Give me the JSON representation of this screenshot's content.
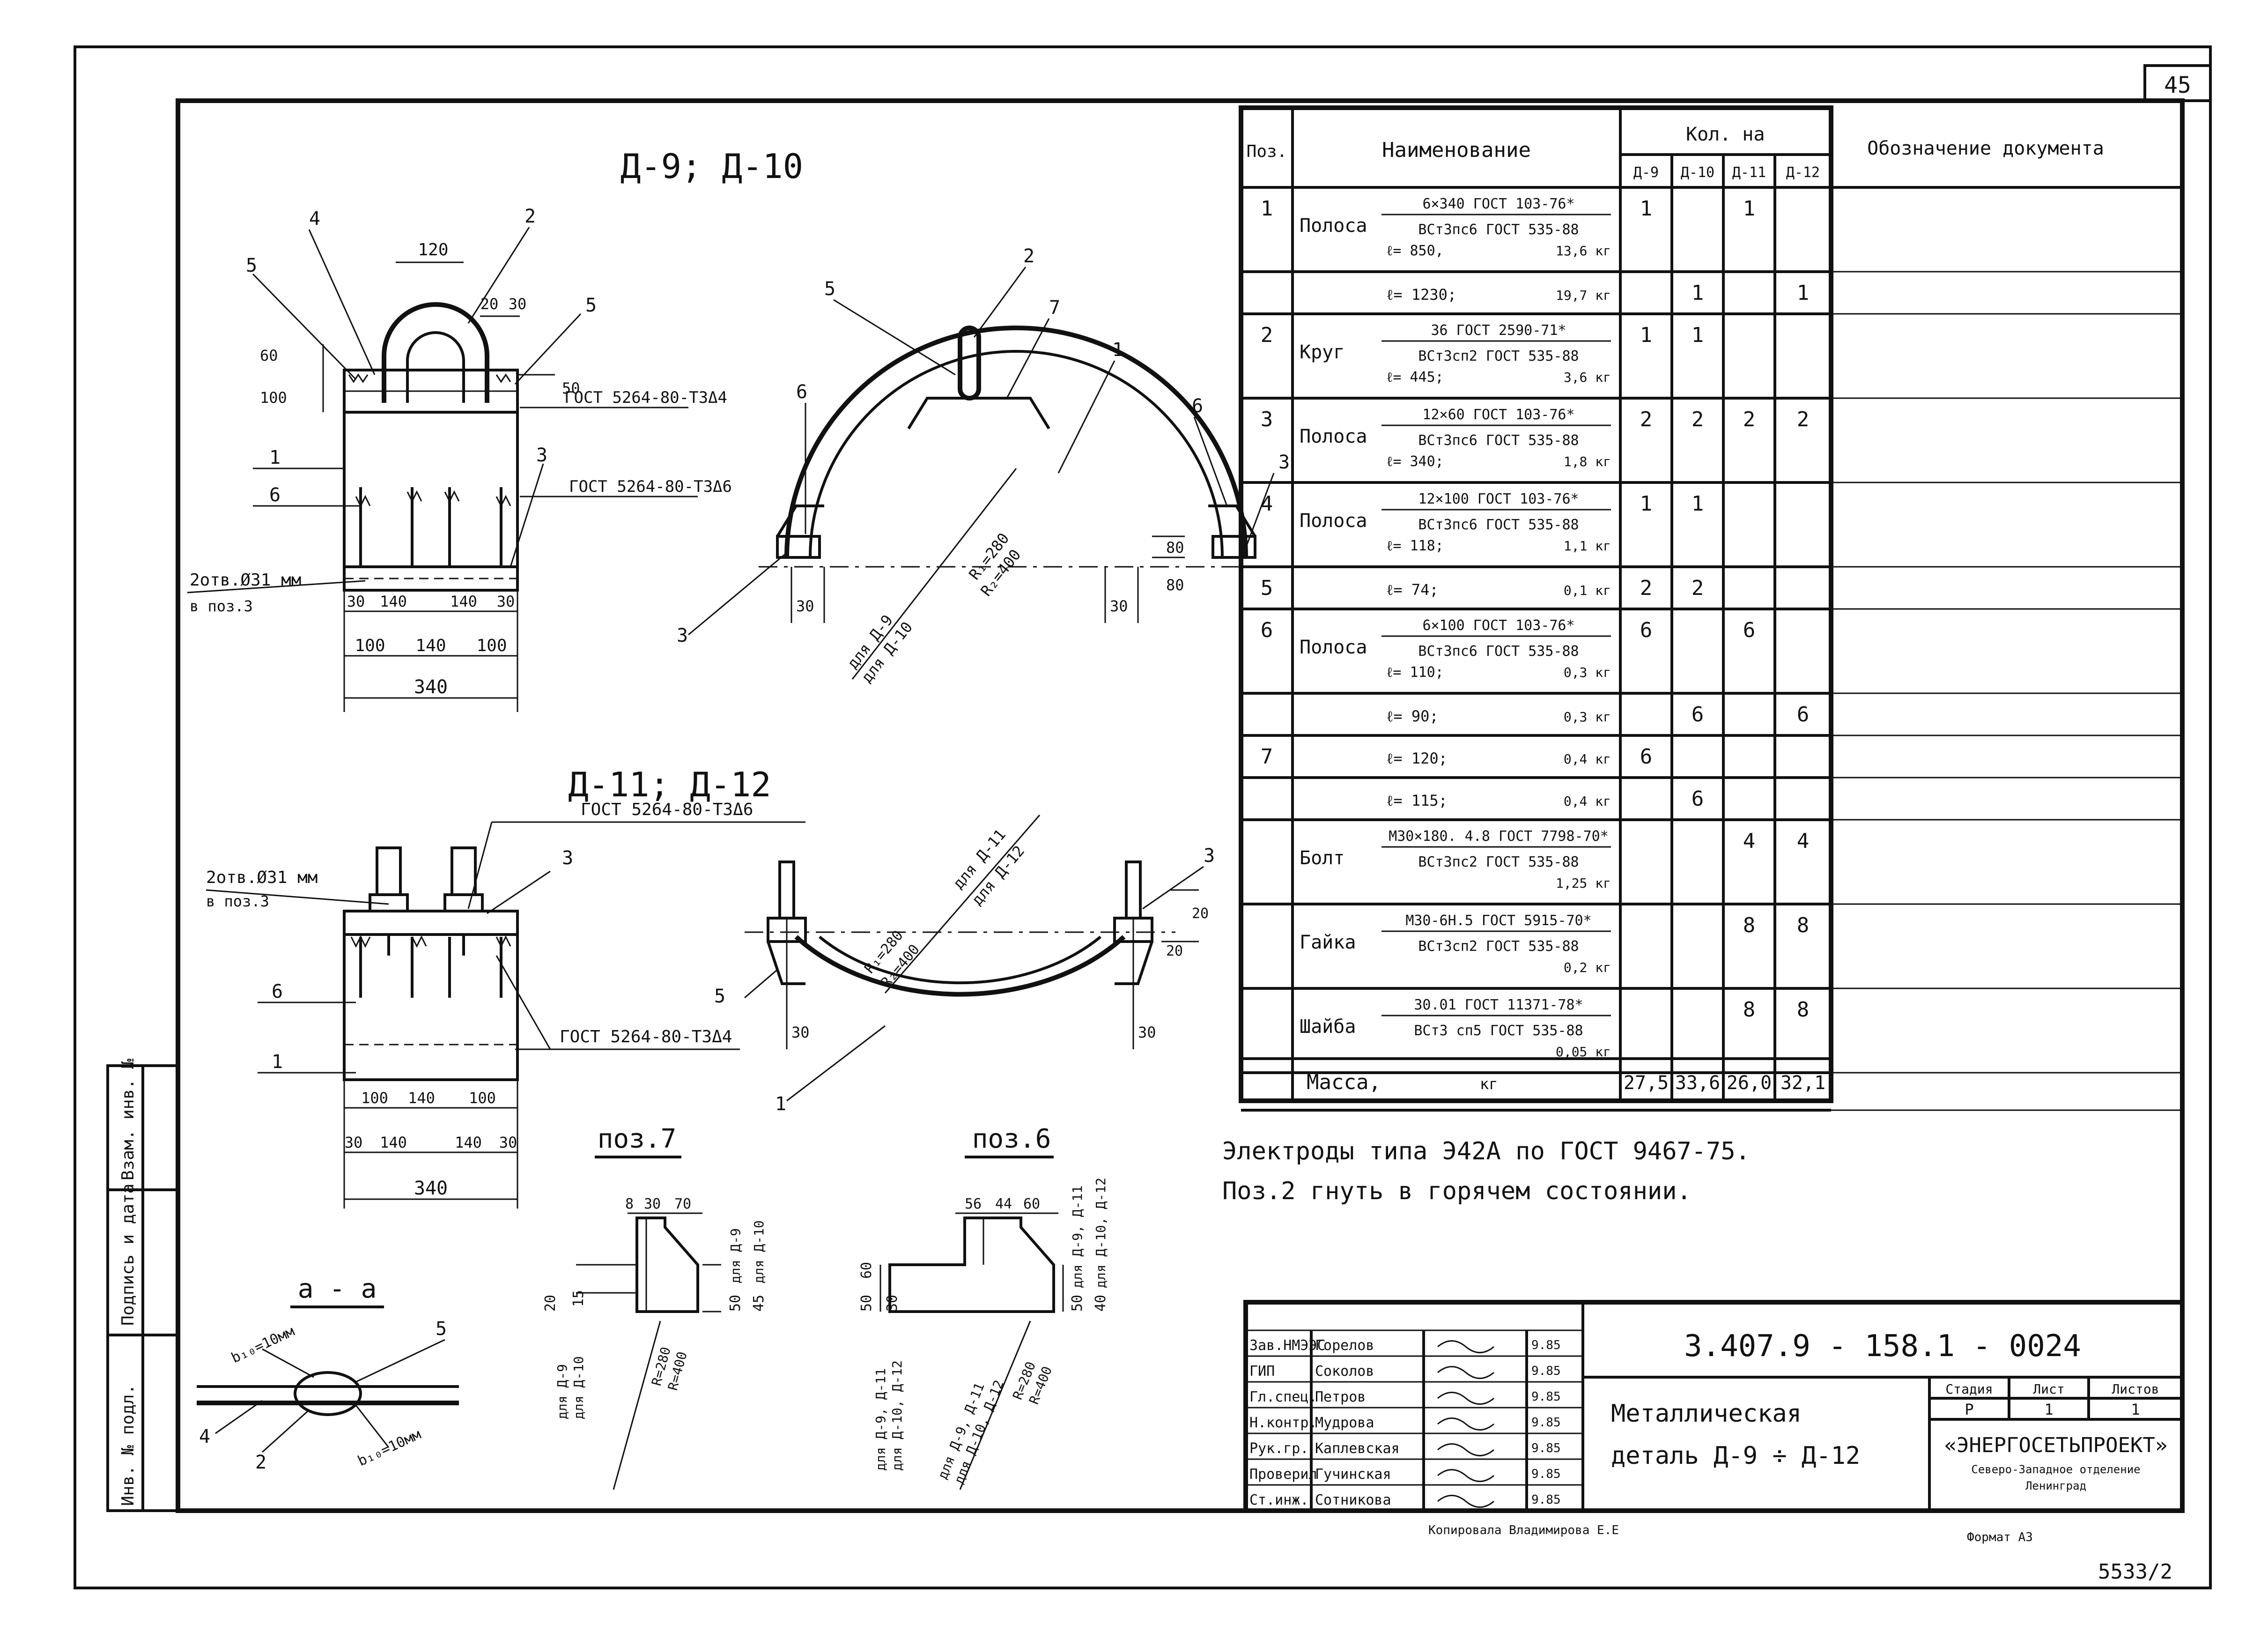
{
  "sheet": {
    "page_number": "45",
    "copy_note": "Копировала Владимирова Е.Е",
    "format": "Формат А3",
    "inventory_mark": "5533/2"
  },
  "views": {
    "d9_d10_title": "Д-9; Д-10",
    "d11_d12_title": "Д-11; Д-12",
    "pos7_title": "поз.7",
    "pos6_title": "поз.6",
    "section_title": "а - а"
  },
  "d9_labels": {
    "dims": [
      "120",
      "20",
      "30",
      "50",
      "60",
      "100",
      "30",
      "140",
      "140",
      "30",
      "100",
      "140",
      "100",
      "340"
    ],
    "leaders": [
      "4",
      "2",
      "5",
      "5",
      "1",
      "6",
      "3"
    ],
    "weld1": "ГОСТ 5264-80-Т3Δ4",
    "weld2": "ГОСТ 5264-80-Т3Δ6",
    "holes_1": "2отв.Ø31 мм",
    "holes_2": "в поз.3"
  },
  "arc_labels": {
    "leaders": [
      "5",
      "2",
      "7",
      "1",
      "6",
      "6",
      "3",
      "3"
    ],
    "radius1": "R₁=280",
    "radius2": "R₂=400",
    "for1": "для Д-9",
    "for2": "для Д-10",
    "dims": [
      "30",
      "30",
      "80",
      "80"
    ]
  },
  "d11_labels": {
    "weld_top": "ГОСТ 5264-80-Т3Δ6",
    "weld_bot": "ГОСТ 5264-80-Т3Δ4",
    "holes_1": "2отв.Ø31 мм",
    "holes_2": "в поз.3",
    "leaders": [
      "3",
      "6",
      "1"
    ],
    "dims": [
      "100",
      "140",
      "100",
      "30",
      "140",
      "140",
      "30",
      "340"
    ]
  },
  "arc2_labels": {
    "leaders": [
      "3",
      "5",
      "1"
    ],
    "for1": "для Д-11",
    "for2": "для Д-12",
    "radius1": "R₁=280",
    "radius2": "R₂=400",
    "dims": [
      "30",
      "30",
      "20",
      "20"
    ]
  },
  "pos7_labels": {
    "dims": [
      "8",
      "30",
      "70",
      "20",
      "15",
      "50",
      "45"
    ],
    "for1": "для Д-9",
    "for2": "для Д-10",
    "rad1": "R=280",
    "rad2": "R=400",
    "lower1": "для Д-9",
    "lower2": "для Д-10"
  },
  "pos6_labels": {
    "dims": [
      "56",
      "44",
      "60",
      "50",
      "60",
      "30",
      "50",
      "40"
    ],
    "for1": "для Д-9, Д-11",
    "for2": "для Д-10, Д-12",
    "rad1": "R=280",
    "rad2": "R=400",
    "lower1": "для Д-9, Д-11",
    "lower2": "для Д-10, Д-12",
    "lower3": "для Д-9, Д-11",
    "lower4": "для Д-10, Д-12"
  },
  "section": {
    "b1": "b₁₀=10мм",
    "b2": "b₁₀=10мм",
    "leaders": [
      "4",
      "2",
      "5"
    ]
  },
  "spec": {
    "headers": {
      "pos": "Поз.",
      "name": "Наименование",
      "qty": "Кол. на",
      "doc": "Обозначение документа"
    },
    "cols": [
      "Д-9",
      "Д-10",
      "Д-11",
      "Д-12"
    ],
    "rows": [
      {
        "pos": "1",
        "label": "Полоса",
        "top": "6×340 ГОСТ 103-76*",
        "mid": "ВСт3пс6 ГОСТ 535-88",
        "l": "ℓ= 850,",
        "m": "13,6 кг",
        "q": [
          "1",
          "",
          "1",
          ""
        ],
        "h": 180
      },
      {
        "pos": "",
        "label": "",
        "top": "",
        "mid": "",
        "l": "ℓ= 1230;",
        "m": "19,7 кг",
        "q": [
          "",
          "1",
          "",
          "1"
        ],
        "h": 90
      },
      {
        "pos": "2",
        "label": "Круг",
        "top": "36   ГОСТ 2590-71*",
        "mid": "ВСт3сп2 ГОСТ 535-88",
        "l": "ℓ= 445;",
        "m": "3,6 кг",
        "q": [
          "1",
          "1",
          "",
          ""
        ],
        "h": 180
      },
      {
        "pos": "3",
        "label": "Полоса",
        "top": "12×60 ГОСТ 103-76*",
        "mid": "ВСт3пс6 ГОСТ 535-88",
        "l": "ℓ= 340;",
        "m": "1,8 кг",
        "q": [
          "2",
          "2",
          "2",
          "2"
        ],
        "h": 180
      },
      {
        "pos": "4",
        "label": "Полоса",
        "top": "12×100 ГОСТ 103-76*",
        "mid": "ВСт3пс6 ГОСТ 535-88",
        "l": "ℓ= 118;",
        "m": "1,1 кг",
        "q": [
          "1",
          "1",
          "",
          ""
        ],
        "h": 180
      },
      {
        "pos": "5",
        "label": "",
        "top": "",
        "mid": "",
        "l": "ℓ= 74;",
        "m": "0,1 кг",
        "q": [
          "2",
          "2",
          "",
          ""
        ],
        "h": 90
      },
      {
        "pos": "6",
        "label": "Полоса",
        "top": "6×100 ГОСТ 103-76*",
        "mid": "ВСт3пс6 ГОСТ 535-88",
        "l": "ℓ= 110;",
        "m": "0,3 кг",
        "q": [
          "6",
          "",
          "6",
          ""
        ],
        "h": 180
      },
      {
        "pos": "",
        "label": "",
        "top": "",
        "mid": "",
        "l": "ℓ= 90;",
        "m": "0,3 кг",
        "q": [
          "",
          "6",
          "",
          "6"
        ],
        "h": 90
      },
      {
        "pos": "7",
        "label": "",
        "top": "",
        "mid": "",
        "l": "ℓ= 120;",
        "m": "0,4 кг",
        "q": [
          "6",
          "",
          "",
          ""
        ],
        "h": 90
      },
      {
        "pos": "",
        "label": "",
        "top": "",
        "mid": "",
        "l": "ℓ= 115;",
        "m": "0,4 кг",
        "q": [
          "",
          "6",
          "",
          ""
        ],
        "h": 90
      },
      {
        "pos": "",
        "label": "Болт",
        "top": "М30×180. 4.8 ГОСТ 7798-70*",
        "mid": "ВСт3пс2 ГОСТ 535-88",
        "l": "",
        "m": "1,25 кг",
        "q": [
          "",
          "",
          "4",
          "4"
        ],
        "h": 180
      },
      {
        "pos": "",
        "label": "Гайка",
        "top": "М30-6Н.5 ГОСТ 5915-70*",
        "mid": "ВСт3сп2 ГОСТ 535-88",
        "l": "",
        "m": "0,2 кг",
        "q": [
          "",
          "",
          "8",
          "8"
        ],
        "h": 180
      },
      {
        "pos": "",
        "label": "Шайба",
        "top": "30.01 ГОСТ 11371-78*",
        "mid": "ВСт3 сп5 ГОСТ 535-88",
        "l": "",
        "m": "0,05 кг",
        "q": [
          "",
          "",
          "8",
          "8"
        ],
        "h": 180
      },
      {
        "pos": "",
        "label": "",
        "top": "",
        "mid": "",
        "l": "",
        "m": "",
        "q": [
          "",
          "",
          "",
          ""
        ],
        "h": 80
      }
    ],
    "mass_label": "Масса,",
    "mass_unit": "кг",
    "mass": [
      "27,5",
      "33,6",
      "26,0",
      "32,1"
    ]
  },
  "notes": {
    "line1": "Электроды типа Э42А по ГОСТ 9467-75.",
    "line2": "Поз.2 гнуть в горячем состоянии."
  },
  "title_block": {
    "code": "3.407.9 - 158.1 - 0024",
    "title_line1": "Металлическая",
    "title_line2": "деталь Д-9 ÷ Д-12",
    "stage_h": "Стадия",
    "sheet_h": "Лист",
    "sheets_h": "Листов",
    "stage": "Р",
    "sheet": "1",
    "sheets": "1",
    "org": "«ЭНЕРГОСЕТЬПРОЕКТ»",
    "org_sub1": "Северо-Западное отделение",
    "org_sub2": "Ленинград",
    "roles": [
      "Зав.НМЭЭС",
      "ГИП",
      "Гл.спец.",
      "Н.контр.",
      "Рук.гр.",
      "Проверил",
      "Ст.инж."
    ],
    "names": [
      "Горелов",
      "Соколов",
      "Петров",
      "Мудрова",
      "Каплевская",
      "Гучинская",
      "Сотникова"
    ],
    "dates": [
      "9.85",
      "9.85",
      "9.85",
      "9.85",
      "9.85",
      "9.85",
      "9.85"
    ]
  },
  "side_stamp": [
    "Взам. инв. №",
    "Подпись и дата",
    "Инв. № подл."
  ]
}
